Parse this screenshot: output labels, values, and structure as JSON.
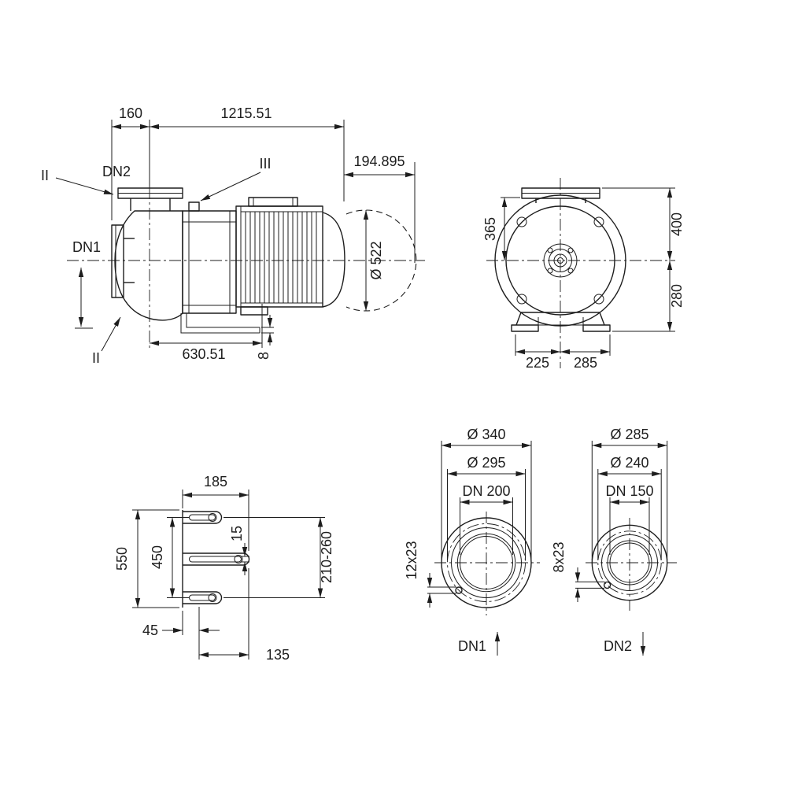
{
  "side_view": {
    "dim_flange_to_axis": "160",
    "dim_overall_length": "1215.51",
    "dim_motor_overhang": "194.895",
    "section_top": "II",
    "discharge_port": "DN2",
    "section_right": "III",
    "suction_port": "DN1",
    "dim_motor_circle": "Ø 522",
    "section_bottom": "II",
    "dim_axis_to_foot": "630.51",
    "dim_drain_pipe": "8"
  },
  "front_view": {
    "dim_axis_to_flange": "365",
    "dim_overall_height": "400",
    "dim_axis_to_base": "280",
    "dim_foot_left": "225",
    "dim_foot_right": "285"
  },
  "base_view": {
    "dim_width": "185",
    "dim_total_length": "550",
    "dim_slot_spacing": "450",
    "dim_slot_width": "15",
    "dim_adjust_range": "210-260",
    "dim_edge_offset": "45",
    "dim_slot_length": "135"
  },
  "flange_dn1": {
    "dim_outer": "Ø 340",
    "dim_bolt_circle": "Ø 295",
    "dim_nominal": "DN 200",
    "dim_holes": "12x23",
    "label": "DN1"
  },
  "flange_dn2": {
    "dim_outer": "Ø 285",
    "dim_bolt_circle": "Ø 240",
    "dim_nominal": "DN 150",
    "dim_holes": "8x23",
    "label": "DN2"
  }
}
